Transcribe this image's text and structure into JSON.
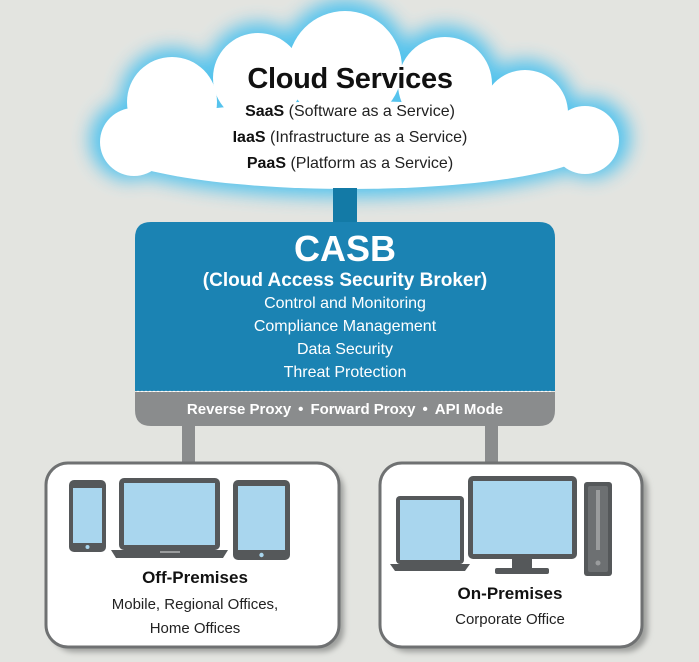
{
  "cloud": {
    "title": "Cloud Services",
    "services": [
      {
        "abbr": "SaaS",
        "full": "(Software as a Service)"
      },
      {
        "abbr": "IaaS",
        "full": "(Infrastructure as a Service)"
      },
      {
        "abbr": "PaaS",
        "full": "(Platform as a Service)"
      }
    ]
  },
  "casb": {
    "title": "CASB",
    "subtitle": "(Cloud Access Security Broker)",
    "features": [
      "Control and Monitoring",
      "Compliance Management",
      "Data Security",
      "Threat Protection"
    ],
    "modes": [
      "Reverse Proxy",
      "Forward Proxy",
      "API Mode"
    ],
    "separator": "•"
  },
  "off_premises": {
    "title": "Off-Premises",
    "description_lines": [
      "Mobile, Regional Offices,",
      "Home Offices"
    ]
  },
  "on_premises": {
    "title": "On-Premises",
    "description": "Corporate Office"
  },
  "colors": {
    "background": "#e3e4e0",
    "casb_blue": "#1b83b3",
    "mode_bar_gray": "#8a8c8d",
    "connector": "#137aa6",
    "cloud_glow": "#4fc2ee",
    "screen_blue": "#a9d6ee"
  },
  "icons": [
    "phone-icon",
    "laptop-icon",
    "tablet-icon",
    "laptop-icon",
    "monitor-icon",
    "tower-icon"
  ]
}
